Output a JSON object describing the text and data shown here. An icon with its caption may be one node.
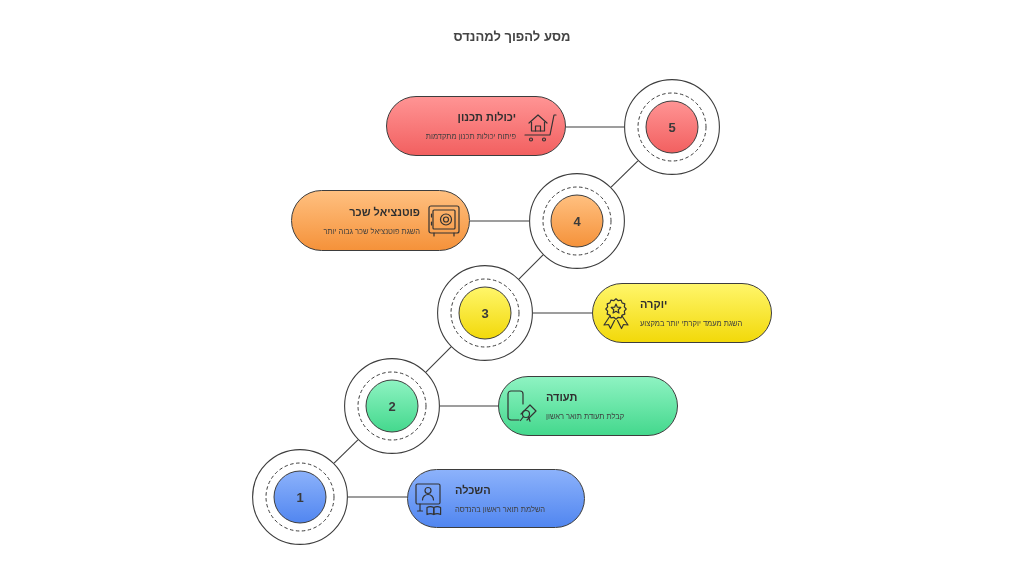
{
  "diagram": {
    "title": "מסע להפוך למהנדס",
    "nodes": [
      {
        "text": [
          "1"
        ]
      },
      {
        "text": [
          "השכלה",
          "השלמת תואר ראשון בהנדסה"
        ]
      },
      {
        "text": [
          "2"
        ]
      },
      {
        "text": [
          "תעודה",
          "קבלת תעודת תואר ראשון"
        ]
      },
      {
        "text": [
          "3"
        ]
      },
      {
        "text": [
          "יוקרה",
          "השגת מעמד יוקרתי יותר במקצוע"
        ]
      },
      {
        "text": [
          "4"
        ]
      },
      {
        "text": [
          "פוטנציאל שכר",
          "השגת פוטנציאל שכר גבוה יותר"
        ]
      },
      {
        "text": [
          "5"
        ]
      },
      {
        "text": [
          "יכולות תכנון",
          "פיתוח יכולות תכנון מתקדמות"
        ]
      }
    ],
    "edges": [
      {
        "from": 0,
        "to": 1,
        "arrow": "none"
      },
      {
        "from": 0,
        "to": 2,
        "arrow": "none"
      },
      {
        "from": 2,
        "to": 3,
        "arrow": "none"
      },
      {
        "from": 2,
        "to": 4,
        "arrow": "none"
      },
      {
        "from": 4,
        "to": 5,
        "arrow": "none"
      },
      {
        "from": 4,
        "to": 6,
        "arrow": "none"
      },
      {
        "from": 6,
        "to": 7,
        "arrow": "none"
      },
      {
        "from": 6,
        "to": 8,
        "arrow": "none"
      },
      {
        "from": 8,
        "to": 9,
        "arrow": "none"
      }
    ]
  }
}
